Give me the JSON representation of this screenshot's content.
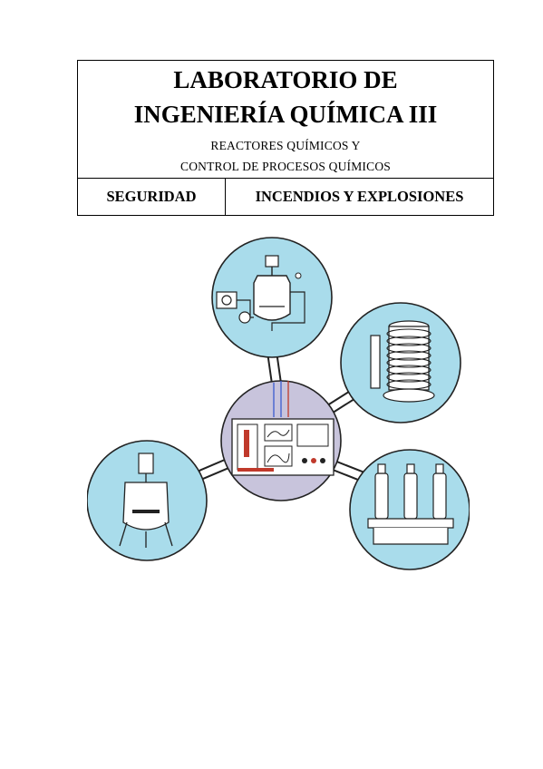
{
  "header": {
    "title_line1": "LABORATORIO DE",
    "title_line2": "INGENIERÍA QUÍMICA III",
    "subtitle_line1": "REACTORES QUÍMICOS Y",
    "subtitle_line2": "CONTROL DE PROCESOS QUÍMICOS"
  },
  "section": {
    "category": "SEGURIDAD",
    "topic": "INCENDIOS Y EXPLOSIONES"
  },
  "colors": {
    "circle_fill": "#a9dceb",
    "center_fill": "#c8c4dc",
    "outline": "#222222",
    "accent_red": "#c0392b",
    "accent_blue": "#3a5bd0"
  },
  "icons": [
    "reactor-system-icon",
    "coil-reactor-icon",
    "control-panel-icon",
    "stirred-tank-icon",
    "multi-reactor-icon"
  ]
}
